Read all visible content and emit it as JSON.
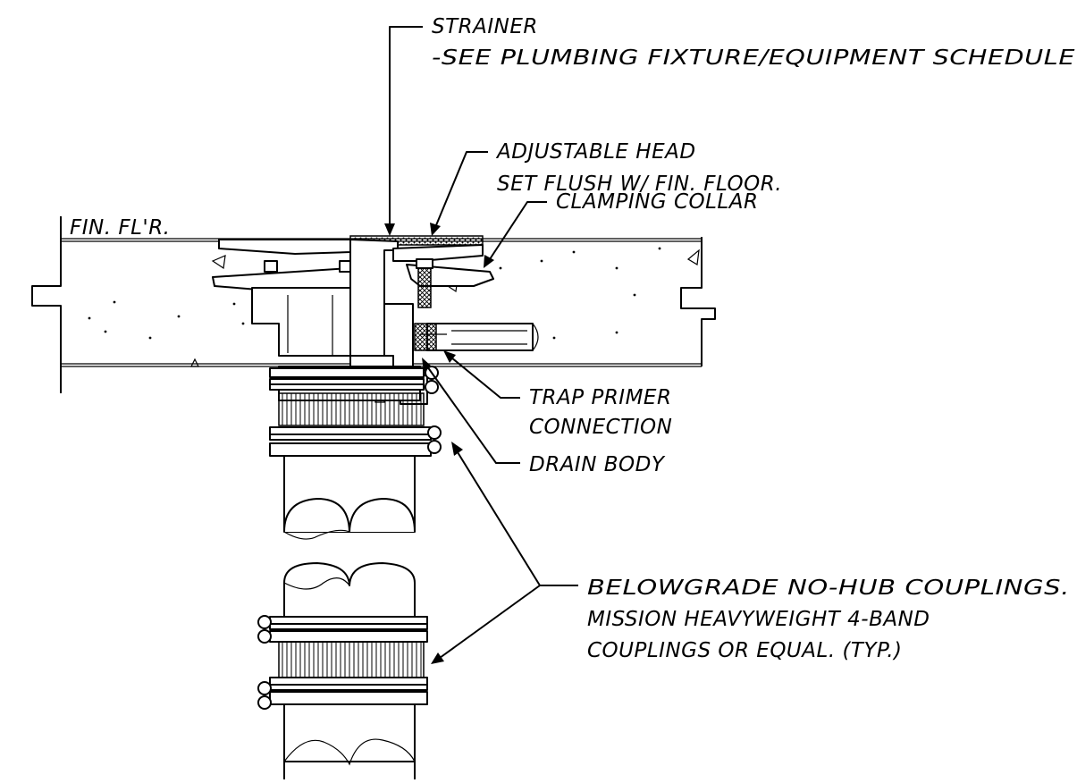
{
  "labels": {
    "fin_floor": "FIN. FL'R.",
    "strainer_line1": "STRAINER",
    "strainer_line2": "-SEE PLUMBING FIXTURE/EQUIPMENT SCHEDULE",
    "adjustable_head_line1": "ADJUSTABLE HEAD",
    "adjustable_head_line2": "SET FLUSH W/ FIN. FLOOR.",
    "clamping_collar": "CLAMPING COLLAR",
    "trap_primer_line1": "TRAP PRIMER",
    "trap_primer_line2": "CONNECTION",
    "drain_body": "DRAIN BODY",
    "couplings_line1": "BELOWGRADE NO-HUB COUPLINGS.",
    "couplings_line2": "MISSION HEAVYWEIGHT 4-BAND",
    "couplings_line3": "COUPLINGS OR EQUAL. (TYP.)"
  },
  "colors": {
    "ink": "#000000",
    "paper": "#ffffff"
  }
}
